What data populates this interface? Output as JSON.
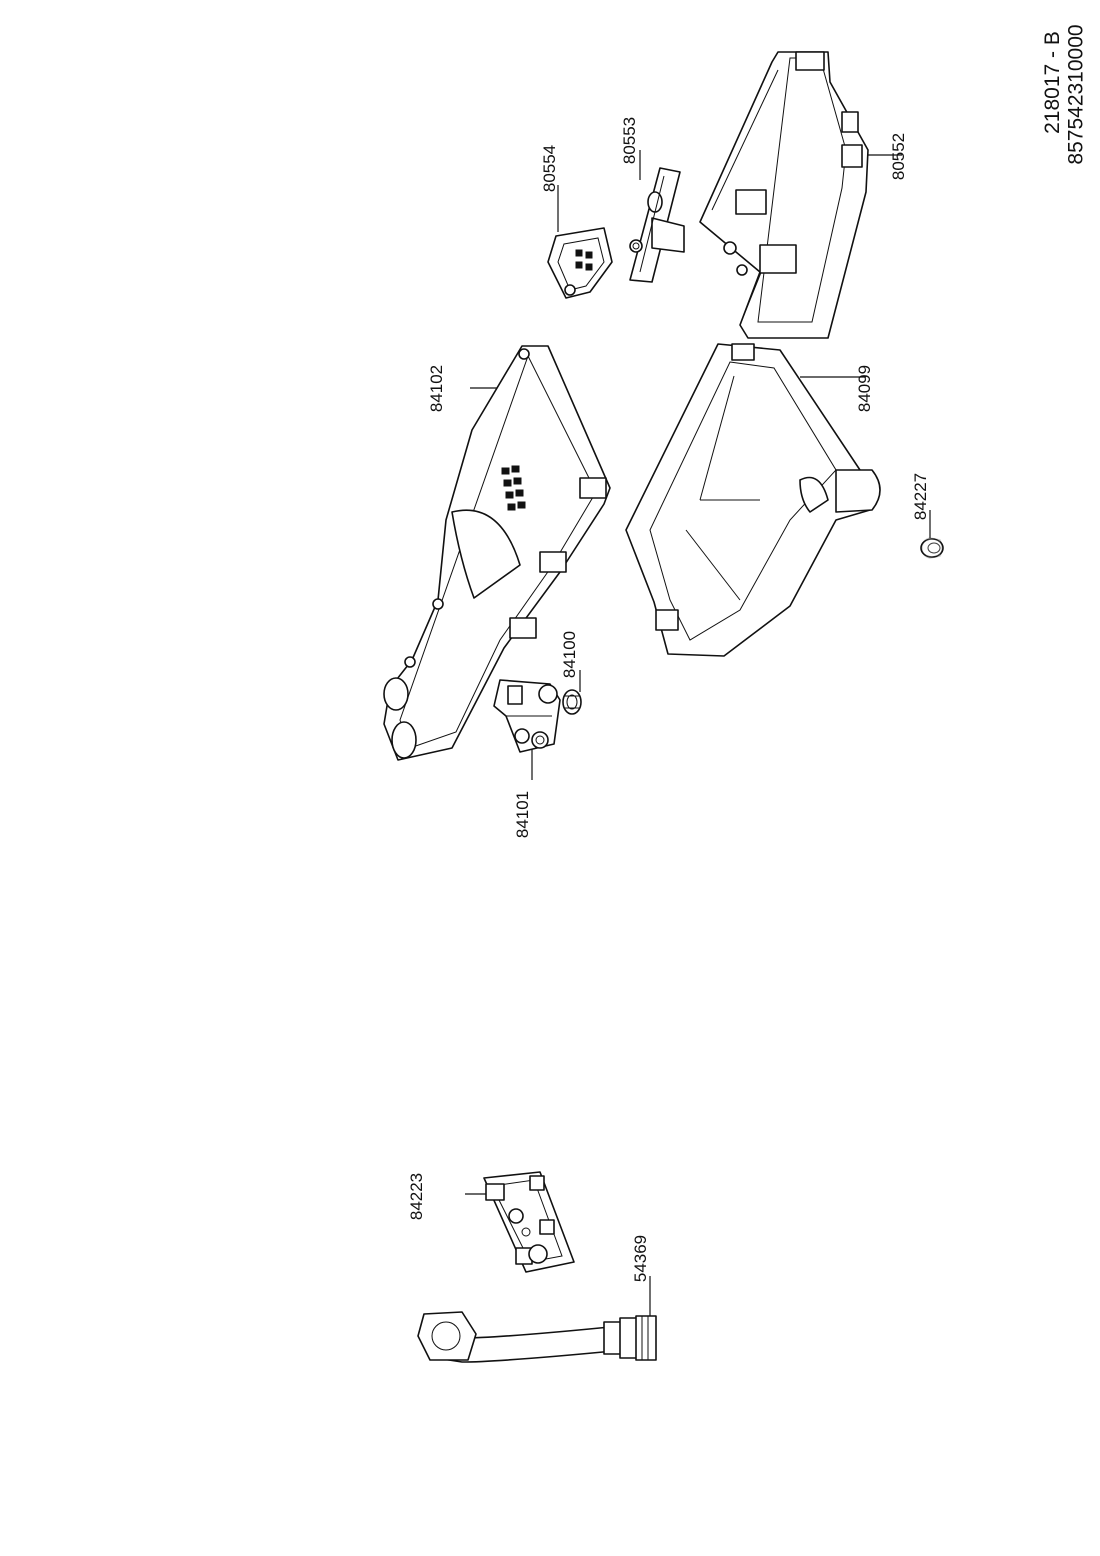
{
  "document": {
    "drawing_number": "218017 - B",
    "reference_number": "857542310000"
  },
  "parts": {
    "drawer_cover": "84102",
    "drawer_handle_mount": "80554",
    "drawer_handle_panel": "80553",
    "drawer_housing": "80552",
    "dispenser_tray": "84099",
    "grommet": "84227",
    "valve_body": "84101",
    "valve_filter": "84100",
    "bracket_plate": "84223",
    "inlet_hose": "54369"
  }
}
